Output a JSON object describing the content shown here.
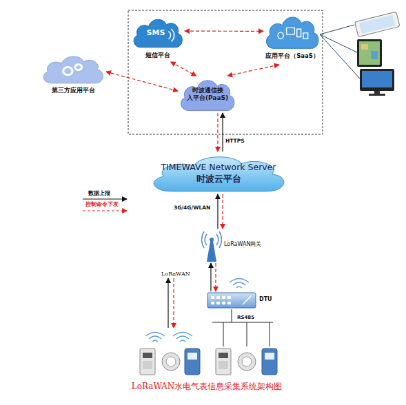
{
  "diagram": {
    "caption": "LoRaWAN水电气表信息采集系统架构图",
    "nodes": [
      {
        "text": [
          "SMS",
          "短信平台"
        ]
      },
      {
        "text": [
          "应用平台（SaaS）"
        ]
      },
      {
        "text": [
          "第三方应用平台"
        ]
      },
      {
        "text": [
          "时波通信接 入平台(PaaS)"
        ]
      },
      {
        "text": [
          "TIMEWAVE Network Server",
          "时波云平台"
        ]
      },
      {
        "text": [
          "LoRaWAN网关"
        ]
      },
      {
        "text": [
          "DTU"
        ]
      }
    ],
    "edges": [
      {
        "from": 0,
        "to": 1,
        "arrow": "both"
      },
      {
        "from": 0,
        "to": 3,
        "arrow": "both"
      },
      {
        "from": 1,
        "to": 3,
        "arrow": "both"
      },
      {
        "from": 3,
        "to": 2,
        "arrow": "both"
      },
      {
        "from": 4,
        "to": 3,
        "arrow": "to",
        "label": "HTTPS"
      },
      {
        "from": 3,
        "to": 4,
        "arrow": "to"
      },
      {
        "from": 5,
        "to": 4,
        "arrow": "to",
        "label": "3G/4G/WLAN"
      },
      {
        "from": 4,
        "to": 5,
        "arrow": "to"
      },
      {
        "from": 6,
        "to": 5,
        "arrow": "to"
      },
      {
        "from": 5,
        "to": 6,
        "arrow": "to"
      }
    ],
    "labels": [
      "LoRaWAN",
      "RS485"
    ],
    "legend": [
      {
        "text": "数据上报"
      },
      {
        "text": "控制命令下发"
      }
    ]
  }
}
